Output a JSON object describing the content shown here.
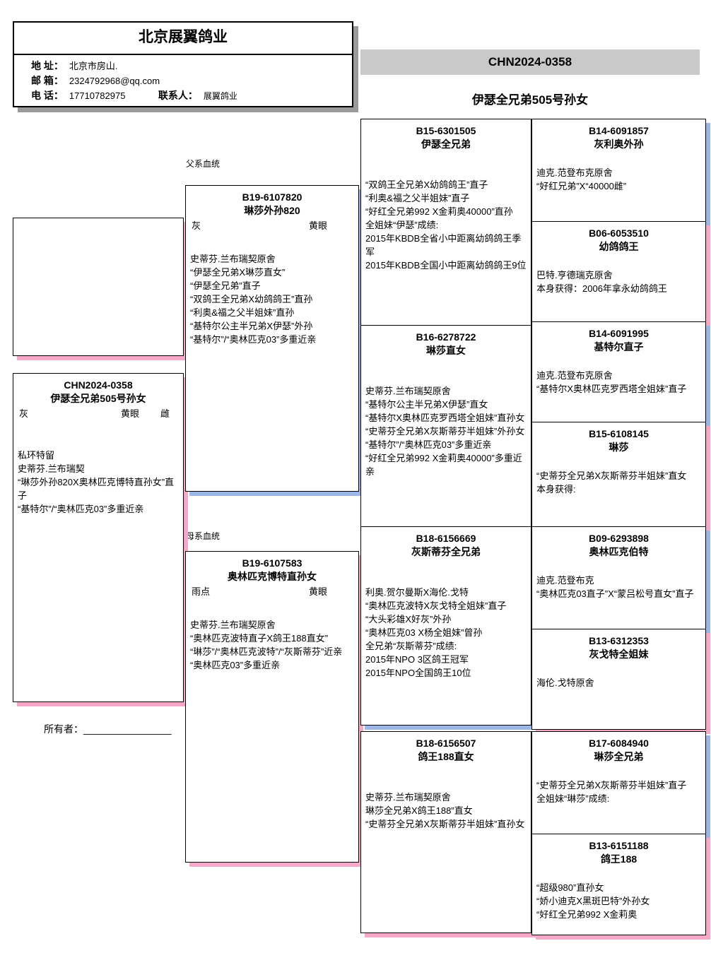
{
  "colors": {
    "male_shadow": "#9cb6e8",
    "female_shadow": "#f6a8c8",
    "header_shadow": "#9a9a9a",
    "banner_bg": "#c9c9c9"
  },
  "header": {
    "company": "北京展翼鸽业",
    "address_label": "地 址：",
    "address": "北京市房山.",
    "email_label": "邮 箱：",
    "email": "2324792968@qq.com",
    "phone_label": "电 话：",
    "phone": "17710782975",
    "contact_label": "联系人：",
    "contact": "展翼鸽业"
  },
  "title": {
    "ring": "CHN2024-0358",
    "name": "伊瑟全兄弟505号孙女"
  },
  "labels": {
    "paternal": "父系血统",
    "maternal": "母系血统",
    "owner": "所有者：",
    "owner_line": "________________"
  },
  "pedigree": {
    "subject": {
      "ring": "CHN2024-0358",
      "name": "伊瑟全兄弟505号孙女",
      "color": "灰",
      "eye": "黄眼",
      "sex": "雌",
      "body": "私环特留\n史蒂芬.兰布瑞契\n“琳莎外孙820X奥林匹克博特直孙女”直子\n“基特尔”/“奥林匹克03”多重近亲"
    },
    "father": {
      "ring": "B19-6107820",
      "name": "琳莎外孙820",
      "color": "灰",
      "eye": "黄眼",
      "body": "史蒂芬.兰布瑞契原舍\n“伊瑟全兄弟X琳莎直女”\n“伊瑟全兄弟”直子\n“双鸽王全兄弟X幼鸽鸽王”直孙\n“利奥&福之父半姐妹”直孙\n“基特尔公主半兄弟X伊瑟”外孙\n“基特尔”/“奥林匹克03”多重近亲"
    },
    "mother": {
      "ring": "B19-6107583",
      "name": "奥林匹克博特直孙女",
      "color": "雨点",
      "eye": "黄眼",
      "body": "史蒂芬.兰布瑞契原舍\n“奥林匹克波特直子X鸽王188直女”\n“琳莎”/“奥林匹克波特”/“灰斯蒂芬”近亲\n“奥林匹克03”多重近亲"
    },
    "ff": {
      "ring": "B15-6301505",
      "name": "伊瑟全兄弟",
      "body": "“双鸽王全兄弟X幼鸽鸽王”直子\n“利奥&福之父半姐妹”直子\n“好红全兄弟992 X金莉奥40000”直孙\n全姐妹“伊瑟”成绩:\n2015年KBDB全省小中距离幼鸽鸽王季军\n2015年KBDB全国小中距离幼鸽鸽王9位"
    },
    "fm": {
      "ring": "B16-6278722",
      "name": "琳莎直女",
      "body": "史蒂芬.兰布瑞契原舍\n“基特尔公主半兄弟X伊瑟”直女\n“基特尔X奥林匹克罗西塔全姐妹”直孙女\n“史蒂芬全兄弟X灰斯蒂芬半姐妹”外孙女\n“基特尔”/“奥林匹克03”多重近亲\n“好红全兄弟992 X金莉奥40000”多重近亲"
    },
    "mf": {
      "ring": "B18-6156669",
      "name": "灰斯蒂芬全兄弟",
      "body": "利奥.贺尔曼斯X海伦.戈特\n“奥林匹克波特X灰戈特全姐妹”直子\n“大头彩雄X好灰”外孙\n“奥林匹克03 X杨全姐妹”曾孙\n全兄弟“灰斯蒂芬”成绩:\n2015年NPO 3区鸽王冠军\n2015年NPO全国鸽王10位"
    },
    "mm": {
      "ring": "B18-6156507",
      "name": "鸽王188直女",
      "body": "史蒂芬.兰布瑞契原舍\n琳莎全兄弟X鸽王188”直女\n“史蒂芬全兄弟X灰斯蒂芬半姐妹”直孙女"
    },
    "fff": {
      "ring": "B14-6091857",
      "name": "灰利奥外孙",
      "body": "迪克.范登布克原舍\n“好红兄弟”X“40000雌”"
    },
    "ffm": {
      "ring": "B06-6053510",
      "name": "幼鸽鸽王",
      "body": "巴特.亨德瑞克原舍\n本身获得：2006年拿永幼鸽鸽王"
    },
    "fmf": {
      "ring": "B14-6091995",
      "name": "基特尔直子",
      "body": "迪克.范登布克原舍\n“基特尔X奥林匹克罗西塔全姐妹”直子"
    },
    "fmm": {
      "ring": "B15-6108145",
      "name": "琳莎",
      "body": "“史蒂芬全兄弟X灰斯蒂芬半姐妹”直女\n本身获得:"
    },
    "mff": {
      "ring": "B09-6293898",
      "name": "奥林匹克伯特",
      "body": "迪克.范登布克\n“奥林匹克03直子”X“蒙吕松号直女”直子"
    },
    "mfm": {
      "ring": "B13-6312353",
      "name": "灰戈特全姐妹",
      "body": "海伦.戈特原舍"
    },
    "mmf": {
      "ring": "B17-6084940",
      "name": "琳莎全兄弟",
      "body": "“史蒂芬全兄弟X灰斯蒂芬半姐妹”直子\n全姐妹“琳莎”成绩:"
    },
    "mmm": {
      "ring": "B13-6151188",
      "name": "鸽王188",
      "body": "“超级980”直孙女\n“娇小迪克X黑斑巴特”外孙女\n“好红全兄弟992 X金莉奥"
    }
  }
}
